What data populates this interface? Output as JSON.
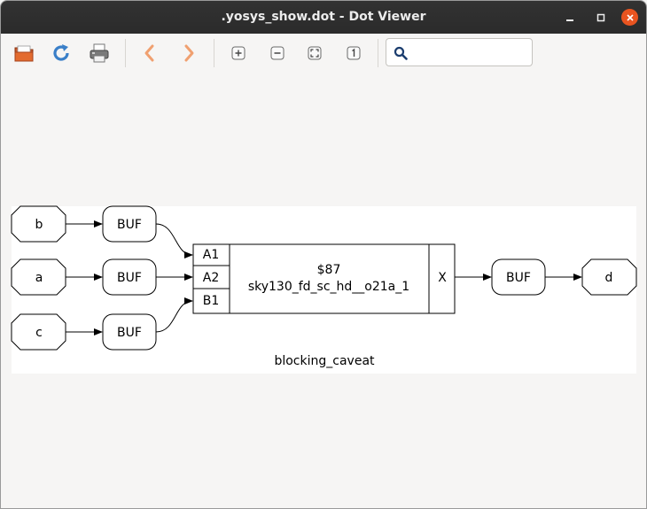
{
  "window": {
    "title": ".yosys_show.dot - Dot Viewer"
  },
  "toolbar": {
    "buttons": [
      {
        "icon": "open-icon"
      },
      {
        "icon": "reload-icon"
      },
      {
        "icon": "print-icon"
      },
      {
        "icon": "back-icon"
      },
      {
        "icon": "forward-icon"
      },
      {
        "icon": "zoom-in-icon"
      },
      {
        "icon": "zoom-out-icon"
      },
      {
        "icon": "zoom-fit-icon"
      },
      {
        "icon": "zoom-100-icon"
      }
    ],
    "search": {
      "value": "",
      "placeholder": ""
    }
  },
  "graph": {
    "inputs": [
      "b",
      "a",
      "c"
    ],
    "buf_label": "BUF",
    "cell": {
      "id": "$87",
      "type": "sky130_fd_sc_hd__o21a_1",
      "in_ports": [
        "A1",
        "A2",
        "B1"
      ],
      "out_port": "X"
    },
    "output": "d",
    "module_label": "blocking_caveat"
  }
}
